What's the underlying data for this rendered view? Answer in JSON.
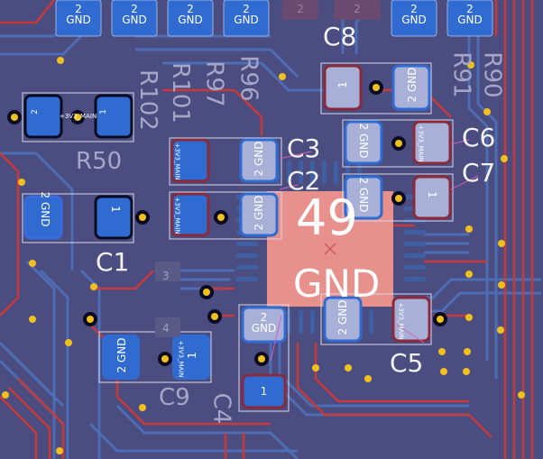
{
  "designators": {
    "c1": "C1",
    "c2": "C2",
    "c3": "C3",
    "c4": "C4",
    "c5": "C5",
    "c6": "C6",
    "c7": "C7",
    "c8": "C8",
    "c9": "C9",
    "r90": "R90",
    "r91": "R91",
    "r96": "R96",
    "r97": "R97",
    "r101": "R101",
    "r102": "R102",
    "r50": "R50"
  },
  "chip": {
    "pin_number": "49",
    "net": "GND"
  },
  "pads": {
    "top_gnd_pin": "2",
    "top_gnd_net": "GND",
    "pin1": "1",
    "pin2": "2",
    "pin3": "3",
    "pin4": "4",
    "gnd": "GND",
    "main_net": "+3V3_MAIN"
  },
  "colors": {
    "board": "#4b4c80",
    "front_copper": "#c83232",
    "back_copper": "#4d7fc4",
    "via": "#e8c000",
    "pad_blue": "#2f6bd0",
    "pad_selected": "#a8b0d8",
    "chip_pad": "#e8908c"
  }
}
